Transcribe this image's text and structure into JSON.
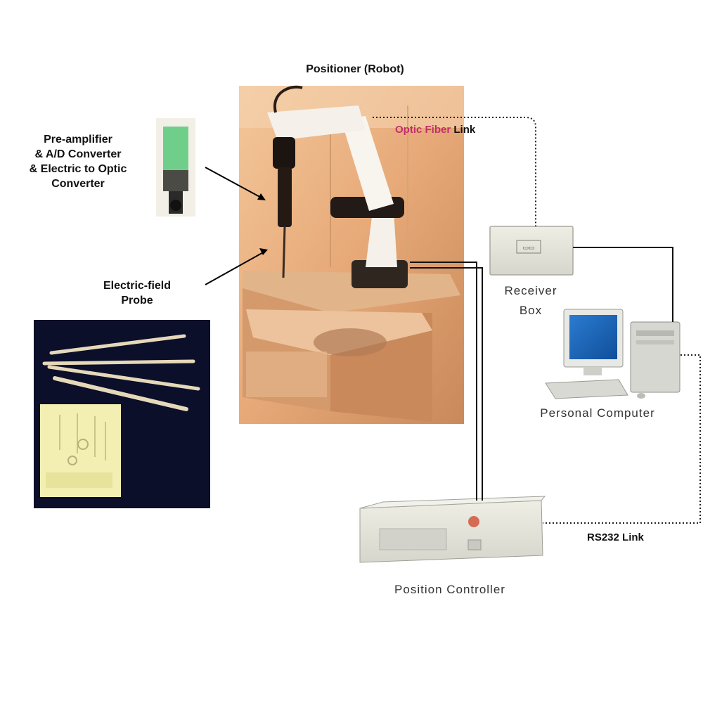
{
  "labels": {
    "positioner": "Positioner (Robot)",
    "preamp_line1": "Pre-amplifier",
    "preamp_line2": "& A/D Converter",
    "preamp_line3": "& Electric to Optic",
    "preamp_line4": "Converter",
    "probe_line1": "Electric-field",
    "probe_line2": "Probe",
    "optic_link_part1": "Optic Fiber",
    "optic_link_part2": "Link",
    "receiver_line1": "Receiver",
    "receiver_line2": "Box",
    "computer": "Personal Computer",
    "controller": "Position Controller",
    "rs232_link": "RS232 Link"
  },
  "colors": {
    "background": "#ffffff",
    "optic_label": "#c0306a",
    "photo_warm": "#e9b27a",
    "probe_photo_bg": "#0b0f2a"
  }
}
